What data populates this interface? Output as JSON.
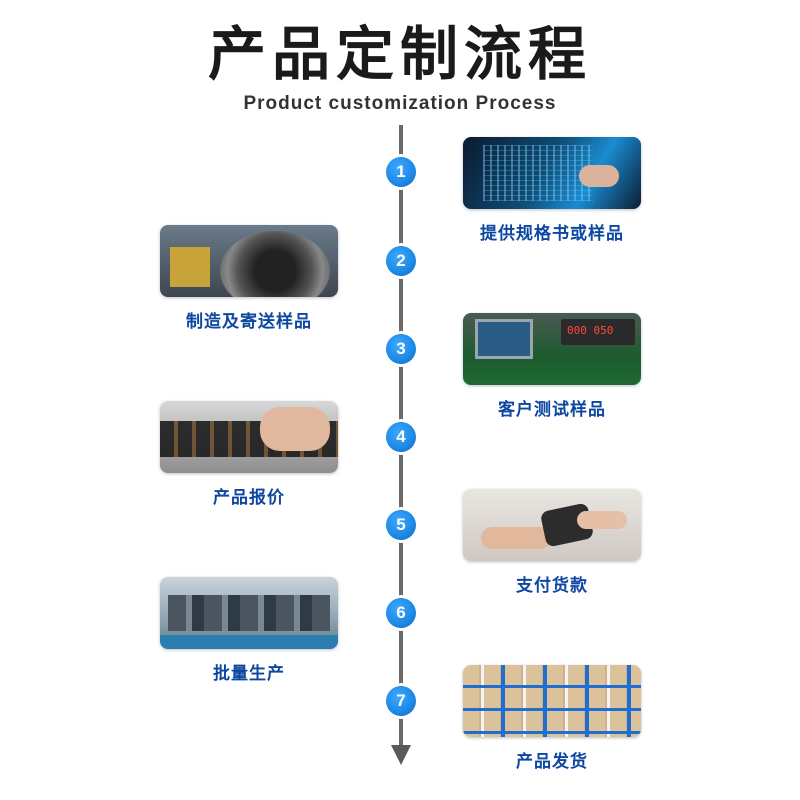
{
  "header": {
    "title": "产品定制流程",
    "subtitle": "Product customization Process"
  },
  "steps": [
    {
      "number": "1",
      "label": "提供规格书或样品",
      "side": "right",
      "icon": "digital-hand-image"
    },
    {
      "number": "2",
      "label": "制造及寄送样品",
      "side": "left",
      "icon": "manufacturing-machine-image"
    },
    {
      "number": "3",
      "label": "客户测试样品",
      "side": "right",
      "icon": "oscilloscope-testing-image"
    },
    {
      "number": "4",
      "label": "产品报价",
      "side": "left",
      "icon": "abacus-image"
    },
    {
      "number": "5",
      "label": "支付货款",
      "side": "right",
      "icon": "card-payment-image"
    },
    {
      "number": "6",
      "label": "批量生产",
      "side": "left",
      "icon": "factory-production-line-image"
    },
    {
      "number": "7",
      "label": "产品发货",
      "side": "right",
      "icon": "warehouse-boxes-image"
    }
  ],
  "colors": {
    "accent": "#1e88e5",
    "label": "#0d47a1",
    "axis": "#6b6b6b"
  }
}
